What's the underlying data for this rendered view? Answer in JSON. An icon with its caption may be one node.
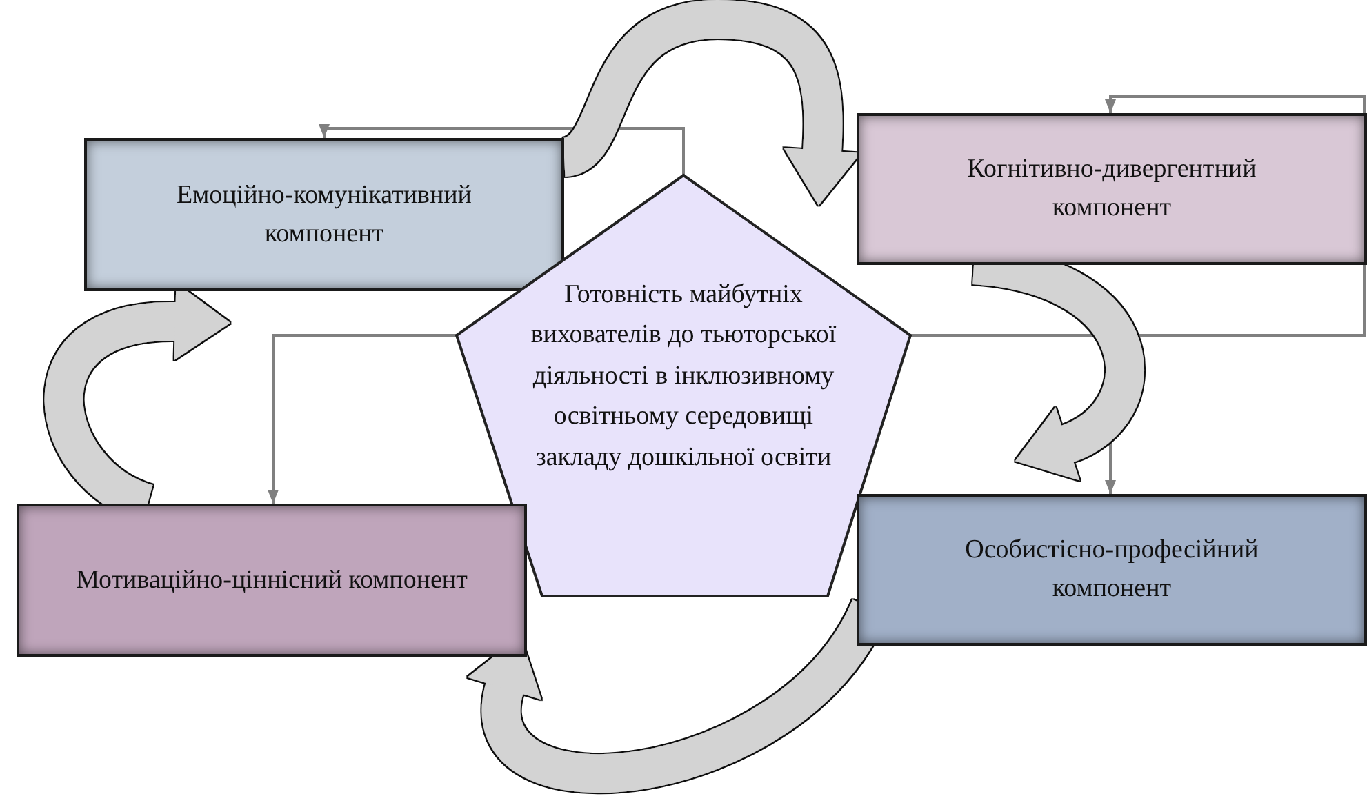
{
  "diagram": {
    "nodes": [
      {
        "text": [
          "Емоційно-комунікативний компонент"
        ]
      },
      {
        "text": [
          "Готовність майбутніх вихователів до тьюторської діяльності в інклюзивному освітньому середовищі закладу дошкільної освіти"
        ]
      },
      {
        "text": [
          "Когнітивно-дивергентний компонент"
        ]
      },
      {
        "text": [
          "Мотиваційно-ціннісний компонент"
        ]
      },
      {
        "text": [
          "Особистісно-професійний компонент"
        ]
      }
    ],
    "edges": [
      {
        "from": 1,
        "to": 0,
        "arrow": "to"
      },
      {
        "from": 1,
        "to": 2,
        "arrow": "to"
      },
      {
        "from": 1,
        "to": 3,
        "arrow": "to"
      },
      {
        "from": 1,
        "to": 4,
        "arrow": "to"
      },
      {
        "from": 0,
        "to": 2,
        "arrow": "to",
        "style": "thick",
        "color": "#d3d3d3"
      },
      {
        "from": 2,
        "to": 4,
        "arrow": "to",
        "style": "thick",
        "color": "#d3d3d3"
      },
      {
        "from": 4,
        "to": 3,
        "arrow": "to",
        "style": "thick",
        "color": "#d3d3d3"
      },
      {
        "from": 3,
        "to": 0,
        "arrow": "to",
        "style": "thick",
        "color": "#d3d3d3"
      }
    ]
  }
}
